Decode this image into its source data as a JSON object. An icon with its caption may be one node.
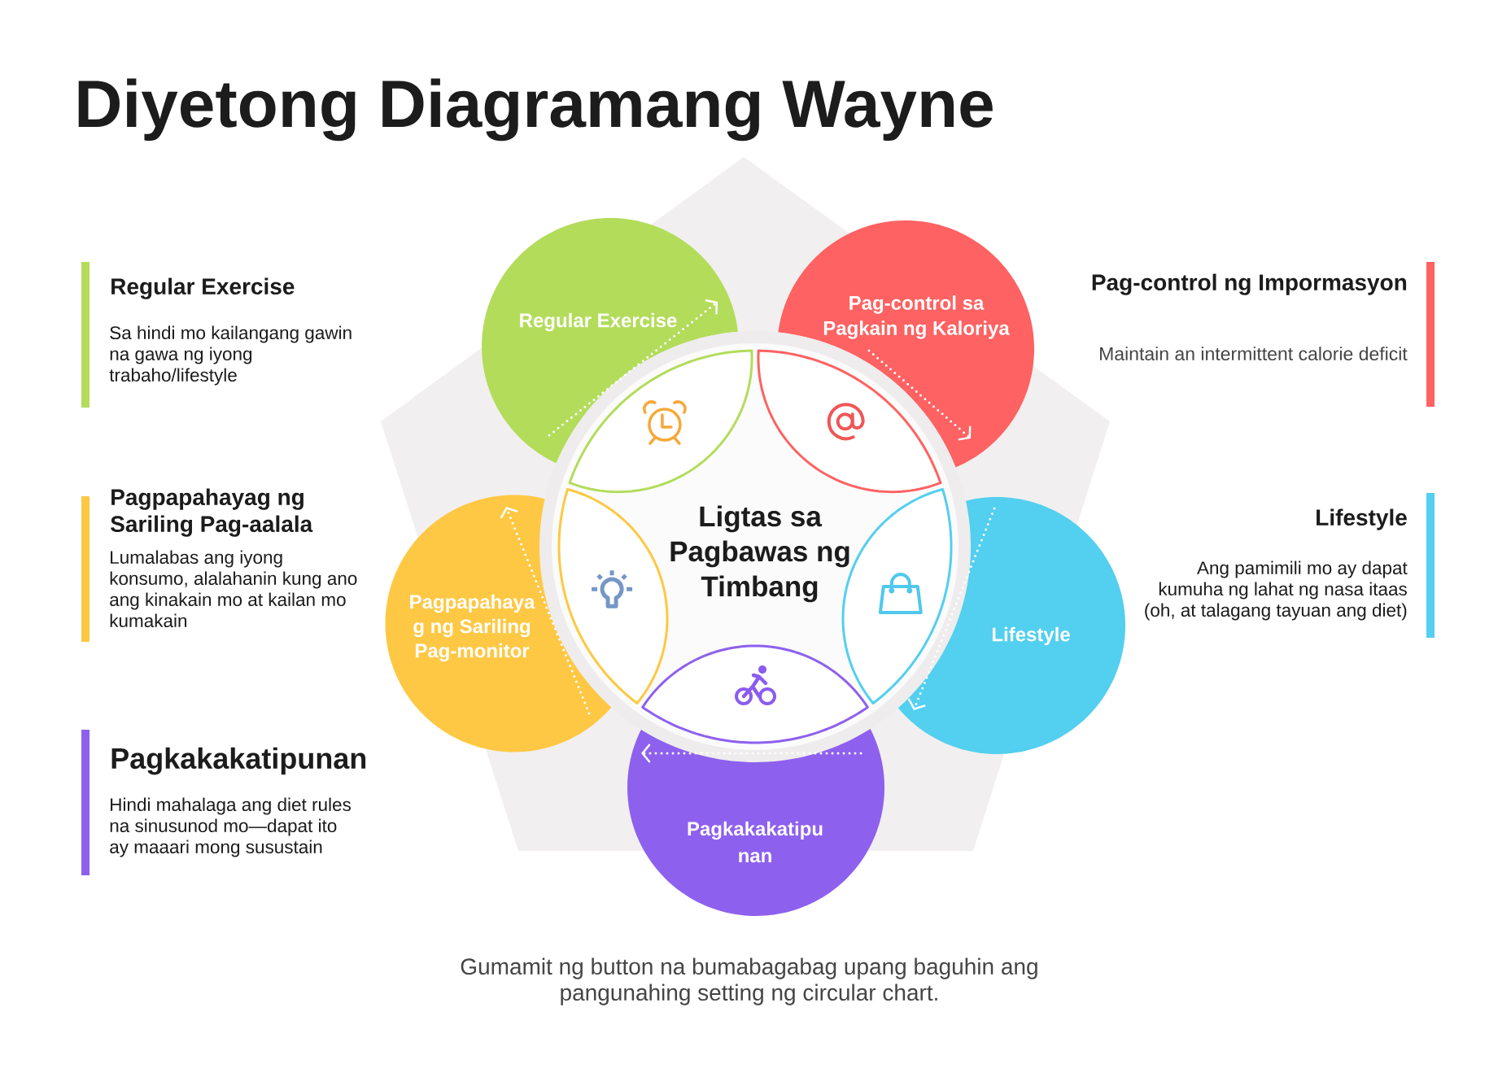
{
  "diagram": {
    "title": "Diyetong Diagramang Wayne",
    "caption": "Gumamit ng button na bumabagabag upang baguhin ang pangunahing setting ng circular chart.",
    "nodes": [
      {
        "text": [
          "Regular Exercise"
        ]
      },
      {
        "text": [
          "Pag-control sa Pagkain ng Kaloriya"
        ]
      },
      {
        "text": [
          "Ligtas sa Pagbawas ng Timbang"
        ]
      },
      {
        "text": [
          "Pagpapahaya g ng Sariling Pag-monitor"
        ]
      },
      {
        "text": [
          "Lifestyle"
        ]
      },
      {
        "text": [
          "Pagkakakatipu nan"
        ]
      }
    ],
    "labels": [
      "Regular Exercise",
      "Sa hindi mo kailangang gawin na gawa ng iyong trabaho/lifestyle",
      "Pag-control ng Impormasyon",
      "Maintain an intermittent calorie deficit",
      "Pagpapahayag ng Sariling Pag-aalala",
      "Lumalabas ang iyong konsumo, alalahanin kung ano ang kinakain mo at kailan mo kumakain",
      "Lifestyle",
      "Ang pamimili mo ay dapat kumuha ng lahat ng nasa itaas (oh, at talagang tayuan ang diet)",
      "Pagkakakatipunan",
      "Hindi mahalaga ang diet rules na sinusunod mo—dapat ito ay maaari mong susustain"
    ]
  }
}
